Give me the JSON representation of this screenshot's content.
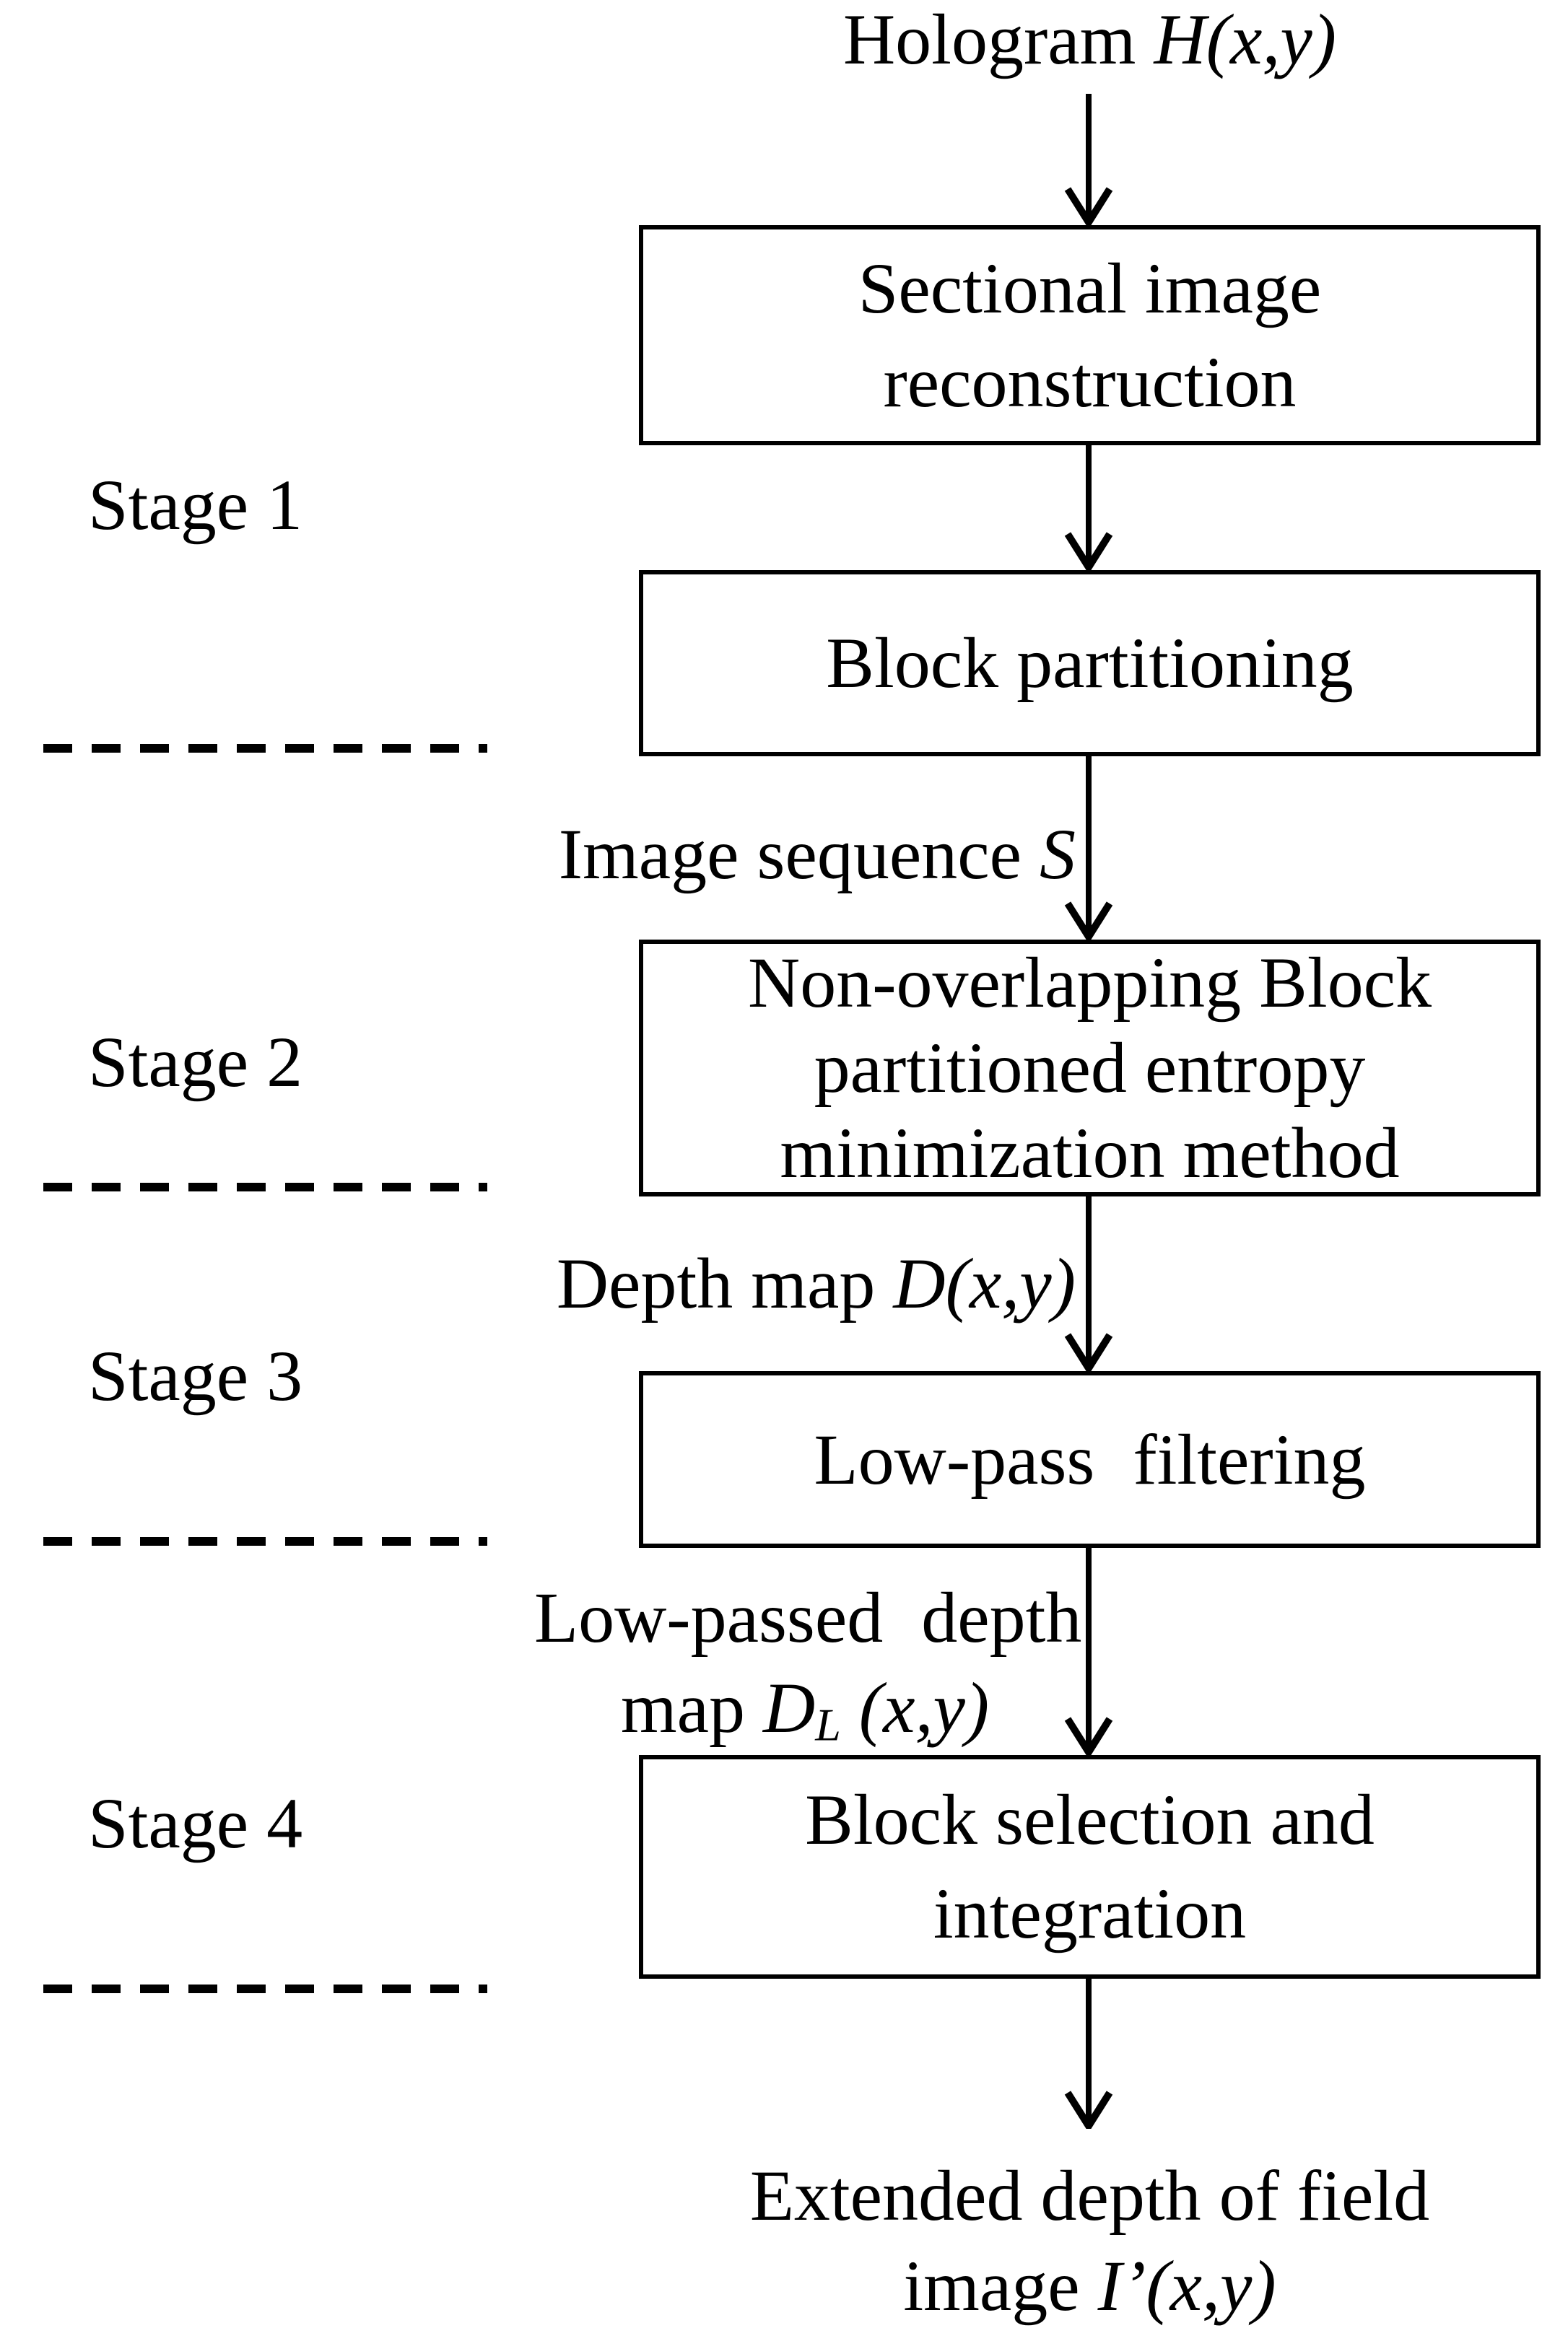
{
  "colors": {
    "ink": "#000000",
    "paper": "#ffffff"
  },
  "title": {
    "lines": [
      [
        {
          "t": "Hologram ",
          "s": "n"
        },
        {
          "t": "H(x,y)",
          "s": "i"
        }
      ]
    ]
  },
  "boxes": [
    {
      "name": "sectional-image-reconstruction",
      "lines": [
        "Sectional image",
        "reconstruction"
      ]
    },
    {
      "name": "block-partitioning",
      "lines": [
        "Block partitioning"
      ]
    },
    {
      "name": "non-overlapping-block-entropy",
      "lines": [
        "Non-overlapping Block",
        "partitioned entropy",
        "minimization method"
      ]
    },
    {
      "name": "low-pass-filtering",
      "lines": [
        "Low-pass filtering"
      ]
    },
    {
      "name": "block-selection-integration",
      "lines": [
        "Block selection and",
        "integration"
      ]
    }
  ],
  "stage_labels": [
    {
      "label": "Stage 1"
    },
    {
      "label": "Stage 2"
    },
    {
      "label": "Stage 3"
    },
    {
      "label": "Stage 4"
    }
  ],
  "edge_labels": {
    "image_sequence": {
      "lines": [
        [
          {
            "t": "Image sequence ",
            "s": "n"
          },
          {
            "t": "S",
            "s": "i"
          }
        ]
      ]
    },
    "depth_map": {
      "lines": [
        [
          {
            "t": "Depth map ",
            "s": "n"
          },
          {
            "t": "D(x,y)",
            "s": "i"
          }
        ]
      ]
    },
    "low_passed_depth_map": {
      "lines": [
        [
          "Low-passed depth"
        ],
        [
          {
            "t": "map ",
            "s": "n"
          },
          {
            "t": "D",
            "s": "i"
          },
          {
            "t": "L",
            "s": "is"
          },
          {
            "t": " (x,y)",
            "s": "i"
          }
        ]
      ]
    },
    "output": {
      "lines": [
        [
          "Extended depth of field"
        ],
        [
          {
            "t": "image ",
            "s": "n"
          },
          {
            "t": "I’(x,y)",
            "s": "i"
          }
        ]
      ]
    }
  }
}
